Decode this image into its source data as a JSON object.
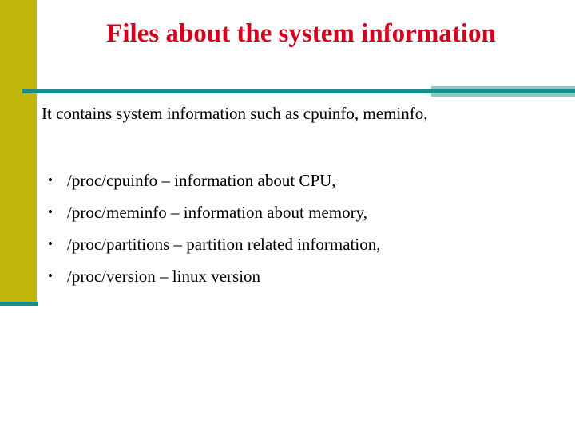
{
  "slide": {
    "title": "Files about the system information",
    "intro": "It contains system information such as cpuinfo, meminfo,",
    "bullets": [
      {
        "marker": "•",
        "text": "/proc/cpuinfo – information about CPU,"
      },
      {
        "marker": "•",
        "text": "/proc/meminfo – information about memory,"
      },
      {
        "marker": "•",
        "text": "/proc/partitions – partition related information,"
      },
      {
        "marker": "•",
        "text": "/proc/version – linux version"
      }
    ],
    "colors": {
      "title_red": "#d4001e",
      "side_band_yellow": "#c3b60a",
      "divider_teal": "#1a8c8c",
      "divider_teal_light": "#92c5c1",
      "body_text": "#000000",
      "background": "#ffffff"
    }
  }
}
